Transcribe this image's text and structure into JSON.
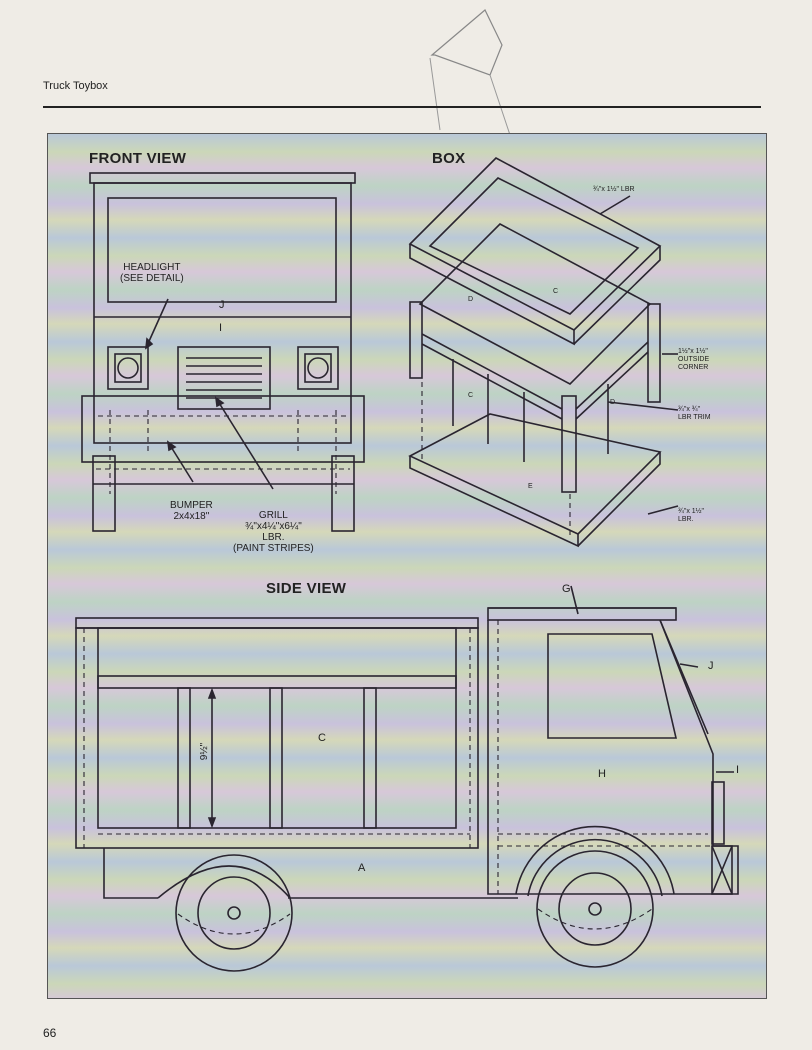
{
  "header": {
    "title": "Truck Toybox"
  },
  "page_number": "66",
  "front_view": {
    "title": "FRONT VIEW",
    "headlight": "HEADLIGHT\n(SEE DETAIL)",
    "part_j": "J",
    "part_i": "I",
    "bumper": "BUMPER\n2x4x18\"",
    "grill": "GRILL\n¾\"x4¼\"x6¼\"\nLBR.\n(PAINT STRIPES)"
  },
  "box_view": {
    "title": "BOX",
    "top_lbr": "¾\"x 1½\" LBR",
    "outside_corner": "1½\"x 1½\"\nOUTSIDE\nCORNER",
    "trim": "¾\"x ¾\"\nLBR TRIM",
    "base_lbr": "¾\"x 1½\"\nLBR.",
    "part_c1": "C",
    "part_d1": "D",
    "part_c2": "C",
    "part_d2": "D",
    "part_e": "E"
  },
  "side_view": {
    "title": "SIDE VIEW",
    "part_g": "G",
    "part_j": "J",
    "part_i": "I",
    "part_h": "H",
    "part_c": "C",
    "part_a": "A",
    "dimension": "9½\""
  }
}
